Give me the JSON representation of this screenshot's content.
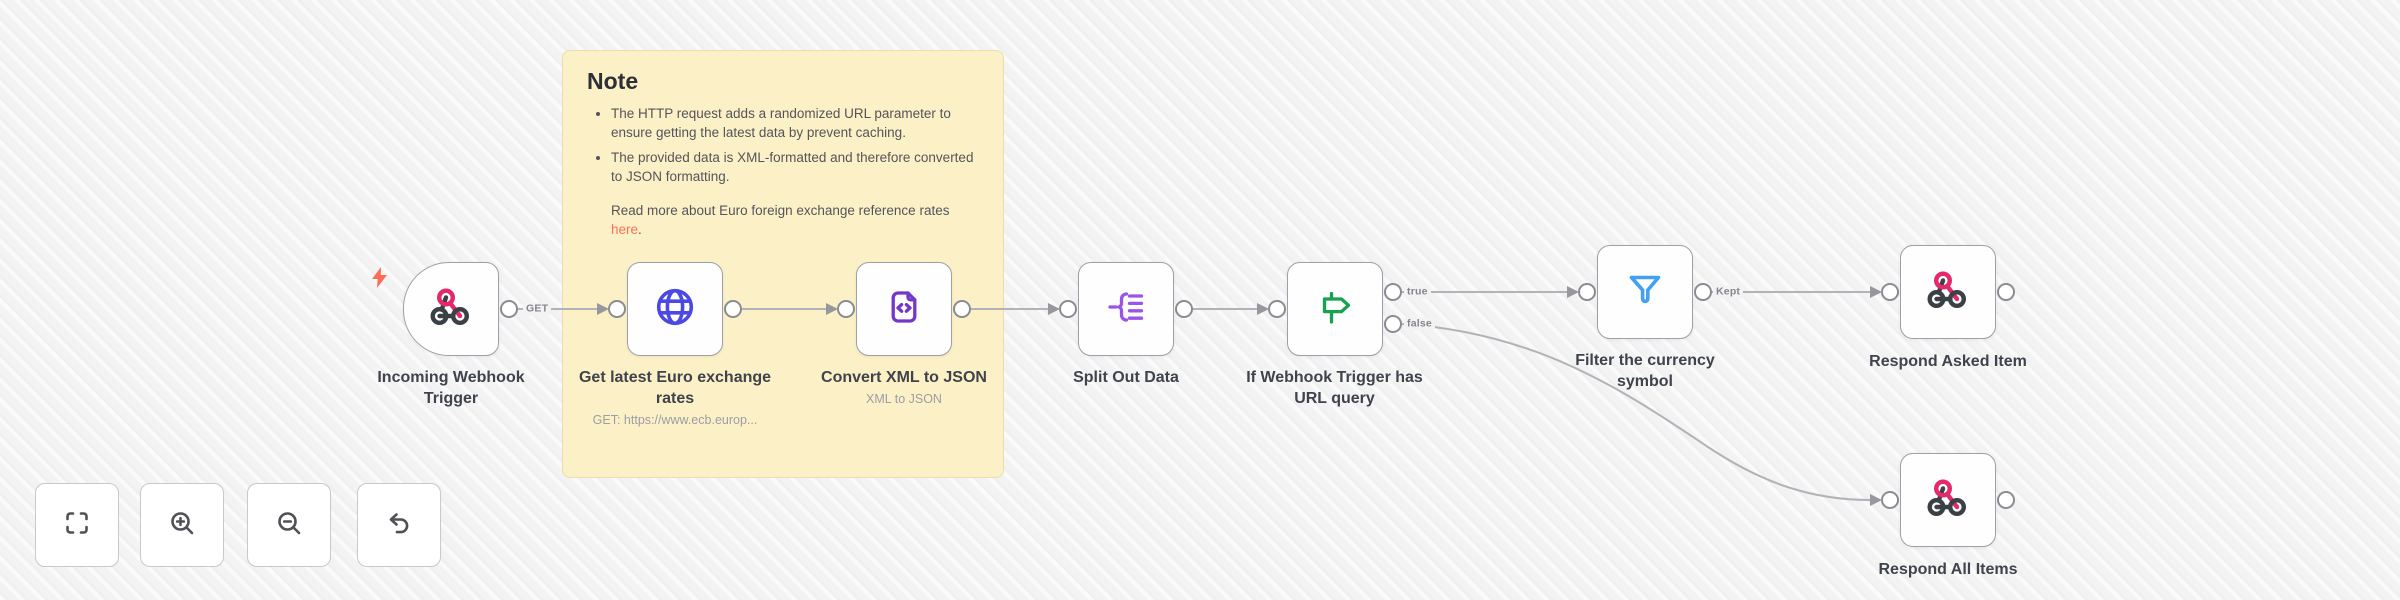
{
  "note": {
    "title": "Note",
    "bullet1": "The HTTP request adds a randomized URL parameter to ensure getting the latest data by prevent caching.",
    "bullet2": "The provided data is XML-formatted and therefore converted to JSON formatting.",
    "more_text": "Read more about Euro foreign exchange reference rates",
    "more_link": "here",
    "more_suffix": "."
  },
  "nodes": {
    "trigger": {
      "label": "Incoming Webhook Trigger",
      "icon": "webhook-icon"
    },
    "http": {
      "label": "Get latest Euro exchange rates",
      "sublabel": "GET: https://www.ecb.europ...",
      "icon": "globe-icon"
    },
    "xml": {
      "label": "Convert XML to JSON",
      "sublabel": "XML to JSON",
      "icon": "file-code-icon"
    },
    "split": {
      "label": "Split Out Data",
      "icon": "split-out-icon"
    },
    "if": {
      "label": "If Webhook Trigger has URL query",
      "icon": "signpost-icon"
    },
    "filter": {
      "label": "Filter the currency symbol",
      "icon": "funnel-icon"
    },
    "respond_asked": {
      "label": "Respond Asked Item",
      "icon": "webhook-icon"
    },
    "respond_all": {
      "label": "Respond All Items",
      "icon": "webhook-icon"
    }
  },
  "wires": {
    "get": "GET",
    "true_label": "true",
    "false_label": "false",
    "kept": "Kept"
  },
  "controls": {
    "icons": [
      "fit-view-icon",
      "zoom-in-icon",
      "zoom-out-icon",
      "undo-icon"
    ]
  },
  "colors": {
    "sticky_bg": "#fcf0c6",
    "link": "#ff6f5b",
    "wire": "#b2b2b8",
    "webhook_pink": "#e4286b",
    "webhook_dark": "#3b3f46",
    "http_blue": "#4b48e5",
    "xml_purple": "#7436c8",
    "split_purple": "#9a55e8",
    "if_green": "#17a24f",
    "filter_blue": "#42a1f5",
    "bolt_orange": "#ff6d5a"
  }
}
